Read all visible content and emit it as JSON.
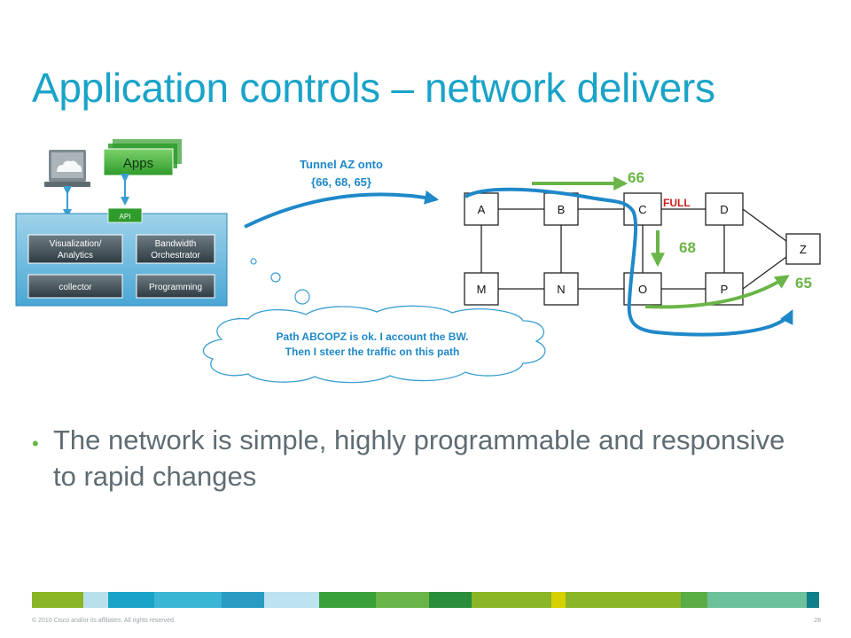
{
  "slide": {
    "title": "Application controls – network delivers",
    "bullet": "The network is simple, highly programmable and responsive to rapid changes",
    "copyright": "© 2010 Cisco and/or its affiliates. All rights reserved.",
    "page_number": "28"
  },
  "controller": {
    "apps_label": "Apps",
    "api_label": "API",
    "modules": [
      "Visualization/ Analytics",
      "Bandwidth Orchestrator",
      "collector",
      "Programming"
    ]
  },
  "tunnel_label": [
    "Tunnel AZ onto",
    "{66, 68, 65}"
  ],
  "thought": [
    "Path ABCOPZ is ok. I account the BW.",
    "Then I steer the traffic on this path"
  ],
  "network": {
    "nodes": [
      "A",
      "B",
      "C",
      "D",
      "Z",
      "M",
      "N",
      "O",
      "P"
    ],
    "full_label": "FULL",
    "labels": [
      "66",
      "68",
      "65"
    ]
  },
  "colors": {
    "title": "#1aa3c8",
    "tunnel_blue": "#1f88c9",
    "path_green": "#6ab547",
    "full_red": "#cc1f1f",
    "bullet_text": "#5f6c73"
  },
  "footer_colors": [
    "#8ab526",
    "#b8e0ea",
    "#1aa3c8",
    "#3bb5d4",
    "#2a9cc4",
    "#bde3ee",
    "#3aa13a",
    "#6ab547",
    "#2b8e3c",
    "#8ab526",
    "#d6d000",
    "#8ab526",
    "#5aac44",
    "#6cc19a",
    "#0f7f8a"
  ]
}
